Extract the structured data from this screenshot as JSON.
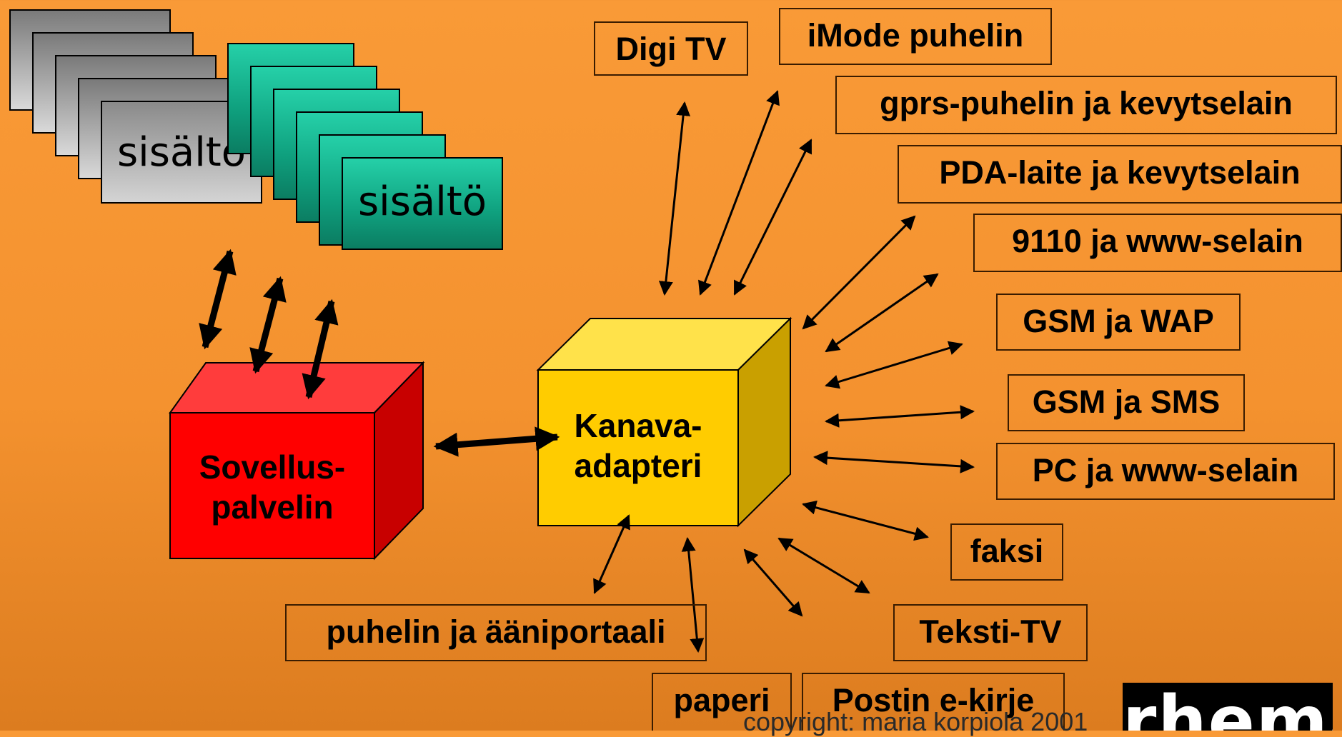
{
  "content_card_label": "sisältö",
  "application_server": {
    "label_line1": "Sovellus-",
    "label_line2": "palvelin",
    "color": "#ff0000"
  },
  "channel_adapter": {
    "label_line1": "Kanava-",
    "label_line2": "adapteri",
    "color": "#ffcc00"
  },
  "devices": [
    "Digi TV",
    "iMode puhelin",
    "gprs-puhelin ja kevytselain",
    "PDA-laite ja kevytselain",
    "9110 ja www-selain",
    "GSM ja WAP",
    "GSM ja SMS",
    "PC ja www-selain",
    "faksi",
    "Teksti-TV",
    "puhelin ja ääniportaali",
    "paperi",
    "Postin e-kirje"
  ],
  "copyright": "copyright: maria korpiola 2001",
  "logo": "rhema",
  "colors": {
    "background": "#f4922f",
    "gray_card": "#bdbdbd",
    "green_card": "#12b08a"
  }
}
